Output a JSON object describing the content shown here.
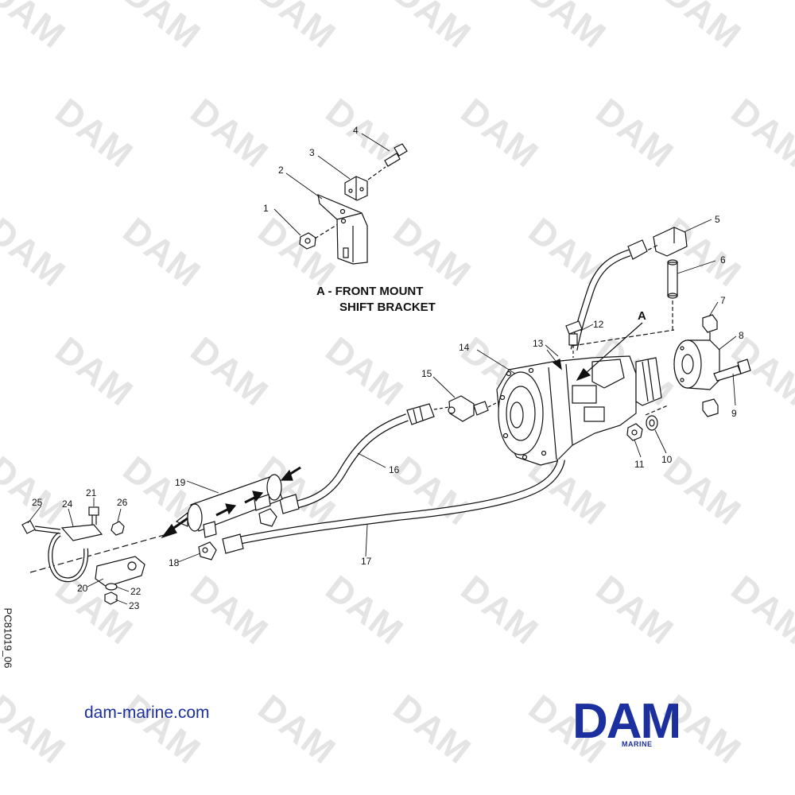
{
  "watermark": "DAM",
  "section_title": {
    "line1": "A - FRONT MOUNT",
    "line2": "SHIFT BRACKET"
  },
  "detail_marker": "A",
  "callouts": [
    "1",
    "2",
    "3",
    "4",
    "5",
    "6",
    "7",
    "8",
    "9",
    "10",
    "11",
    "12",
    "13",
    "14",
    "15",
    "16",
    "17",
    "18",
    "19",
    "20",
    "21",
    "22",
    "23",
    "24",
    "25",
    "26"
  ],
  "drawing_code": "PC81019_06",
  "website": "dam-marine.com",
  "logo": {
    "text": "DAM",
    "subtext": "MARINE",
    "color": "#1c2f9e"
  }
}
